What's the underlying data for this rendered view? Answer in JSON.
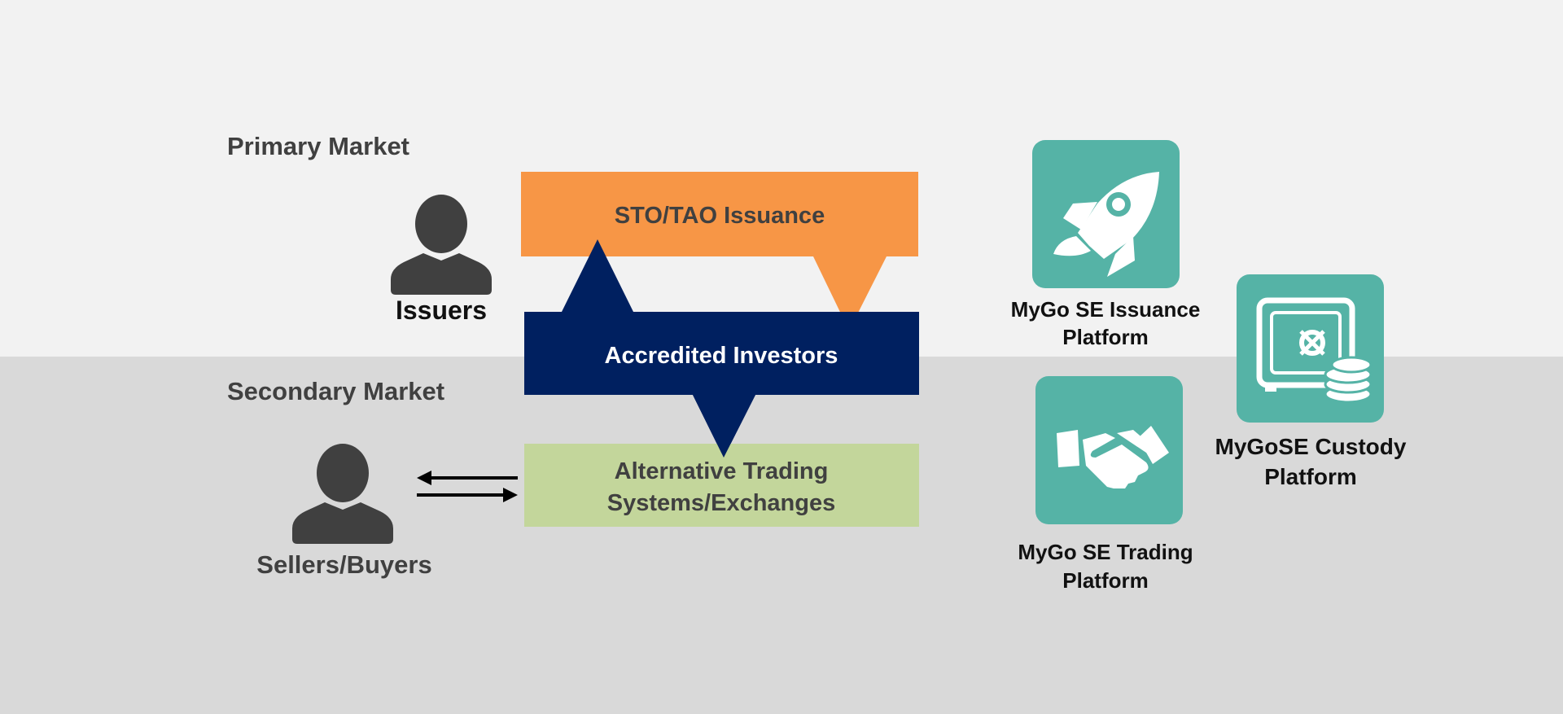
{
  "sections": {
    "primary_label": "Primary Market",
    "secondary_label": "Secondary Market"
  },
  "actors": {
    "issuers_label": "Issuers",
    "sellers_buyers_label": "Sellers/Buyers"
  },
  "flow": {
    "issuance_label": "STO/TAO Issuance",
    "investors_label": "Accredited Investors",
    "ats_line1": "Alternative Trading",
    "ats_line2": "Systems/Exchanges"
  },
  "platforms": {
    "issuance_line1": "MyGo SE Issuance",
    "issuance_line2": "Platform",
    "trading_line1": "MyGo SE Trading",
    "trading_line2": "Platform",
    "custody_line1": "MyGoSE Custody",
    "custody_line2": "Platform"
  },
  "icons": {
    "issuers": "person-icon",
    "sellers_buyers": "person-icon",
    "issuance_platform": "rocket-icon",
    "trading_platform": "handshake-icon",
    "custody_platform": "safe-with-coins-icon",
    "trade_flow": "bidirectional-arrow-icon"
  },
  "colors": {
    "top_band": "#F2F2F2",
    "bottom_band": "#D9D9D9",
    "issuance_box": "#F79646",
    "investors_box": "#002060",
    "ats_box": "#C3D69B",
    "platform_tile": "#55B3A6",
    "dark_text": "#404040",
    "person_icon": "#404040"
  }
}
